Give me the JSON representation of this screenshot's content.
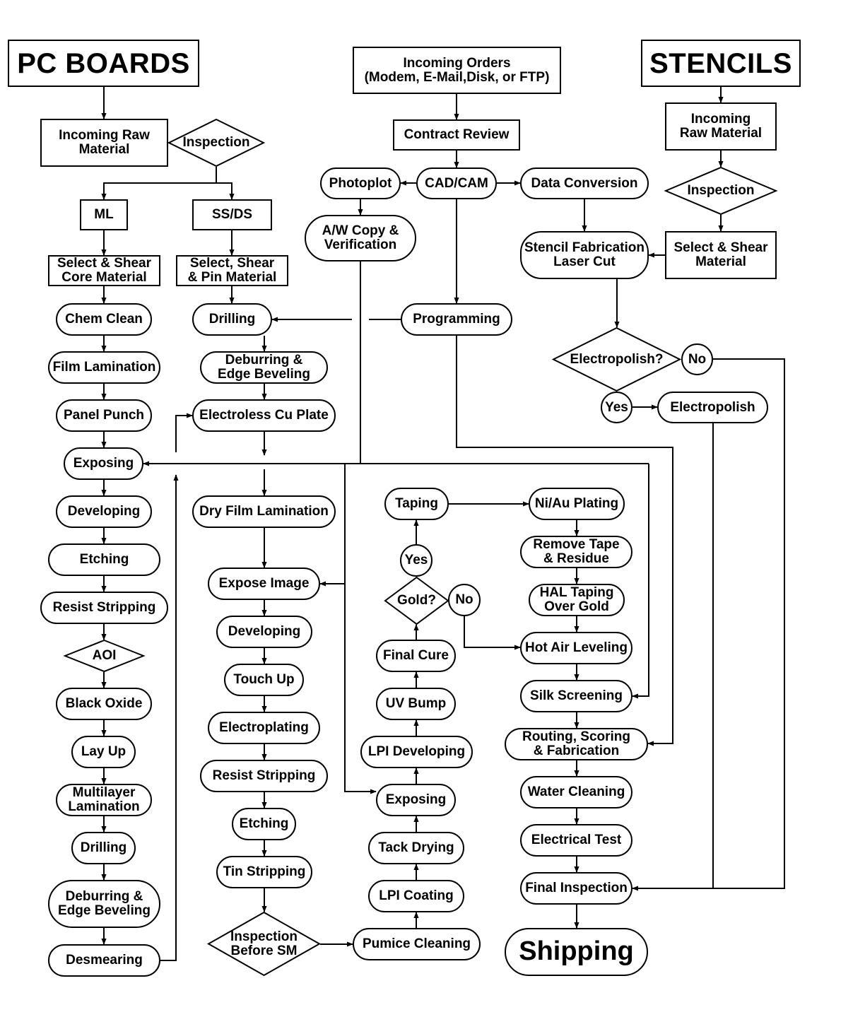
{
  "colors": {
    "ink": "#000000",
    "background": "#ffffff"
  },
  "headers": {
    "pc_boards": "PC BOARDS",
    "stencils": "STENCILS"
  },
  "orders": {
    "incoming_orders": "Incoming Orders\n(Modem, E-Mail,Disk, or FTP)",
    "contract_review": "Contract Review",
    "cad_cam": "CAD/CAM",
    "photoplot": "Photoplot",
    "data_conversion": "Data Conversion",
    "aw_copy": "A/W Copy &\nVerification",
    "programming": "Programming"
  },
  "pcb_intake": {
    "incoming_raw": "Incoming Raw\nMaterial",
    "inspection": "Inspection",
    "ml": "ML",
    "ssds": "SS/DS"
  },
  "ml_column": [
    "Select & Shear\nCore Material",
    "Chem Clean",
    "Film Lamination",
    "Panel Punch",
    "Exposing",
    "Developing",
    "Etching",
    "Resist Stripping",
    "AOI",
    "Black Oxide",
    "Lay Up",
    "Multilayer\nLamination",
    "Drilling",
    "Deburring &\nEdge Beveling",
    "Desmearing"
  ],
  "ssds_column": [
    "Select, Shear\n& Pin Material",
    "Drilling",
    "Deburring &\nEdge Beveling",
    "Electroless Cu Plate",
    "Dry Film Lamination",
    "Expose Image",
    "Developing",
    "Touch Up",
    "Electroplating",
    "Resist Stripping",
    "Etching",
    "Tin Stripping",
    "Inspection\nBefore SM"
  ],
  "soldermask_column": {
    "taping": "Taping",
    "yes": "Yes",
    "gold": "Gold?",
    "no": "No",
    "final_cure": "Final Cure",
    "uv_bump": "UV Bump",
    "lpi_developing": "LPI Developing",
    "exposing": "Exposing",
    "tack_drying": "Tack Drying",
    "lpi_coating": "LPI Coating",
    "pumice_cleaning": "Pumice Cleaning"
  },
  "finish_column": {
    "niau": "Ni/Au Plating",
    "remove_tape": "Remove Tape\n& Residue",
    "hal_taping": "HAL Taping\nOver Gold",
    "hot_air": "Hot Air Leveling",
    "silk": "Silk Screening",
    "routing": "Routing, Scoring\n& Fabrication",
    "water": "Water Cleaning",
    "electrical": "Electrical Test",
    "final_inspection": "Final Inspection",
    "shipping": "Shipping"
  },
  "stencil_column": {
    "incoming_raw": "Incoming\nRaw Material",
    "inspection": "Inspection",
    "select_shear": "Select & Shear\nMaterial",
    "fabrication": "Stencil Fabrication\nLaser Cut",
    "electropolish_q": "Electropolish?",
    "no": "No",
    "yes": "Yes",
    "electropolish": "Electropolish"
  }
}
